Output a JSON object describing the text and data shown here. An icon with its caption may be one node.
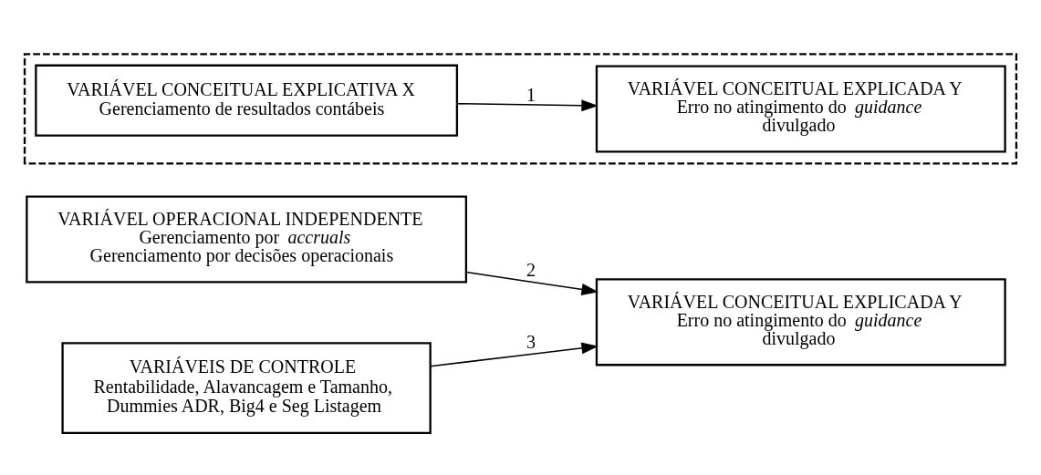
{
  "diagram": {
    "nodes": [
      {
        "text": [],
        "shape": "box"
      },
      {
        "text": [
          "VARIÁVEL CONCEITUAL EXPLICATIVA X",
          "Gerenciamento de resultados contábeis"
        ],
        "in": 0
      },
      {
        "text": [
          "VARIÁVEL CONCEITUAL EXPLICADA Y",
          "Erro no atingimento do *guidance* divulgado"
        ],
        "in": 0
      },
      {
        "text": [
          "VARIÁVEL OPERACIONAL INDEPENDENTE",
          "Gerenciamento por *accruals*",
          "Gerenciamento por decisões operacionais"
        ]
      },
      {
        "text": [
          "VARIÁVEL CONCEITUAL EXPLICADA Y",
          "Erro no atingimento do *guidance* divulgado"
        ]
      },
      {
        "text": [
          "VARIÁVEIS DE CONTROLE",
          "Rentabilidade, Alavancagem e Tamanho, Dummies ADR, Big4 e Seg Listagem"
        ]
      }
    ],
    "edges": [
      {
        "from": 1,
        "to": 2,
        "arrow": "to",
        "label": "1"
      },
      {
        "from": 3,
        "to": 4,
        "arrow": "to",
        "label": "2"
      },
      {
        "from": 5,
        "to": 4,
        "arrow": "to",
        "label": "3"
      }
    ]
  }
}
